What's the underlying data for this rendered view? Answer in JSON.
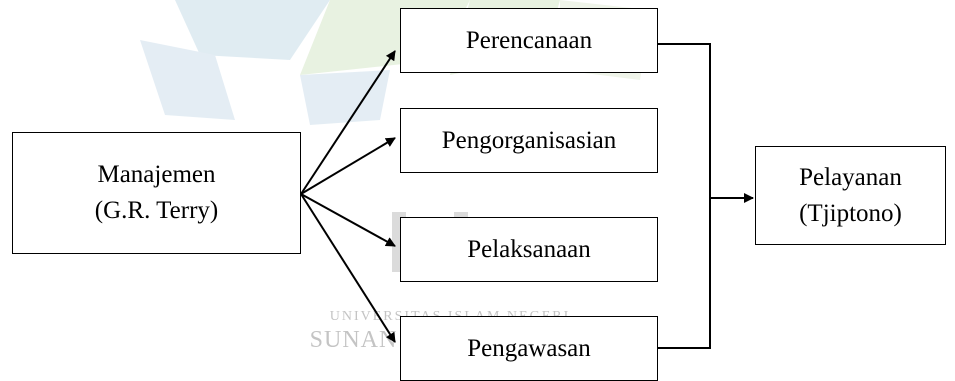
{
  "watermark": {
    "line1": "UNIVERSITAS ISLAM NEGERI",
    "line2": "SUNAN GUNUNG DJATI",
    "logo_colors": [
      "#c8dde9",
      "#d7e8c9",
      "#cfe0ec"
    ]
  },
  "nodes": {
    "manajemen": {
      "line1": "Manajemen",
      "line2": "(G.R. Terry)"
    },
    "perencanaan": {
      "label": "Perencanaan"
    },
    "pengorganisasian": {
      "label": "Pengorganisasian"
    },
    "pelaksanaan": {
      "label": "Pelaksanaan"
    },
    "pengawasan": {
      "label": "Pengawasan"
    },
    "pelayanan": {
      "line1": "Pelayanan",
      "line2": "(Tjiptono)"
    }
  },
  "edges": [
    {
      "from": "manajemen",
      "to": "perencanaan"
    },
    {
      "from": "manajemen",
      "to": "pengorganisasian"
    },
    {
      "from": "manajemen",
      "to": "pelaksanaan"
    },
    {
      "from": "manajemen",
      "to": "pengawasan"
    },
    {
      "from": "perencanaan",
      "to": "pelayanan"
    },
    {
      "from": "pengawasan",
      "to": "pelayanan"
    }
  ]
}
